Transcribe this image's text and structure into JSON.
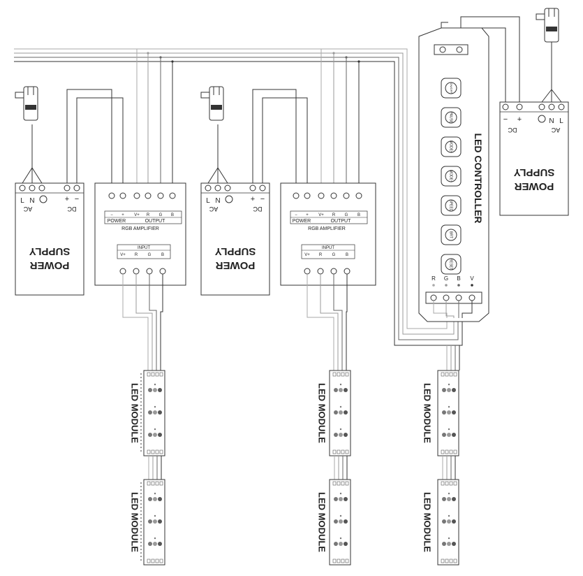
{
  "power_supply": {
    "title_line1": "POWER",
    "title_line2": "SUPPLY",
    "ac_label": "AC",
    "dc_label": "DC",
    "terminal_l": "L",
    "terminal_n": "N",
    "dc_minus": "−",
    "dc_plus": "+"
  },
  "amplifier": {
    "title": "RGB  AMPLIFIER",
    "power_label": "POWER",
    "output_label": "OUTPUT",
    "input_label": "INPUT",
    "pins_top": [
      "−",
      "+",
      "V+",
      "R",
      "G",
      "B"
    ],
    "pins_input": [
      "V+",
      "R",
      "G",
      "B"
    ]
  },
  "controller": {
    "title": "LED CONTROLLER",
    "buttons": [
      "ON/OFF",
      "PAUSE",
      "MODE+",
      "MODE−",
      "SPEED",
      "BRT",
      "RESET"
    ],
    "output_pins": [
      "R",
      "G",
      "B",
      "V"
    ]
  },
  "led_module": {
    "label": "LED MODULE"
  },
  "colors": {
    "line": "#333333",
    "wire_light": "#aaaaaa",
    "wire_mid": "#777777",
    "wire_dark": "#333333"
  }
}
